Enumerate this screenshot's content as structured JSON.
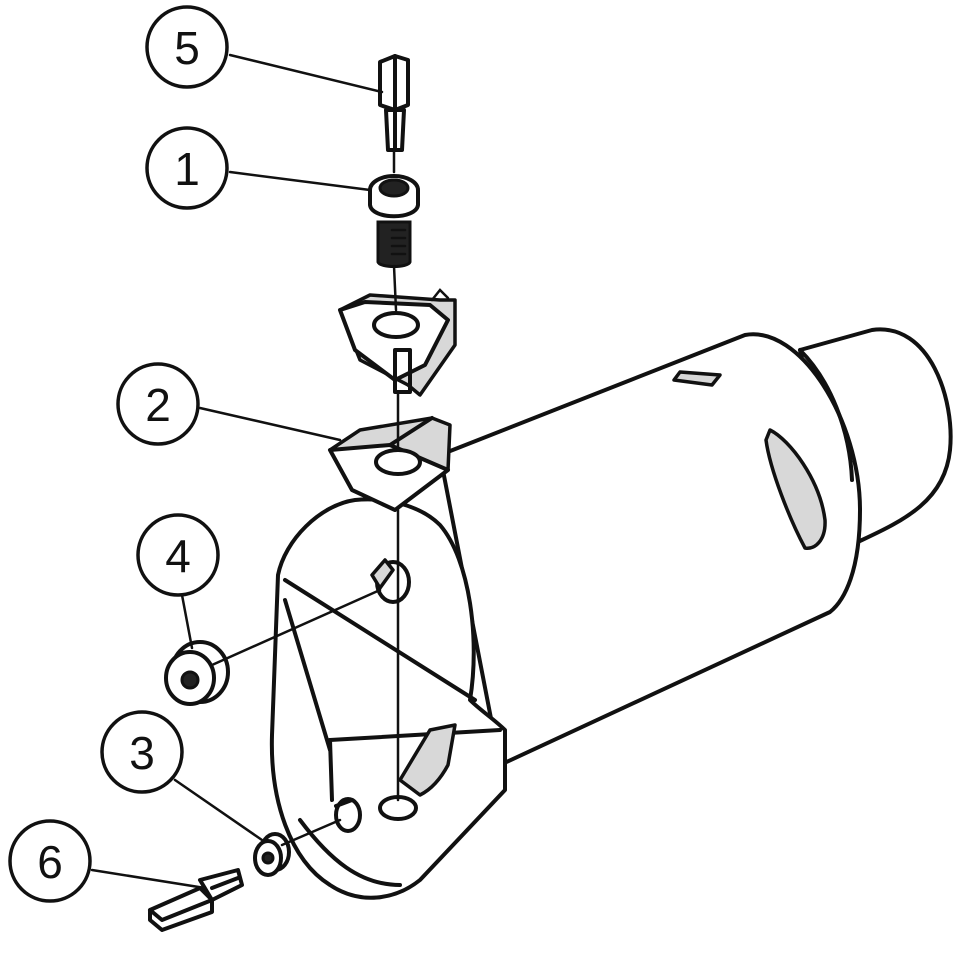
{
  "callouts": [
    {
      "id": "5",
      "label": "5",
      "part": "key"
    },
    {
      "id": "1",
      "label": "1",
      "part": "insert-screw"
    },
    {
      "id": "2",
      "label": "2",
      "part": "shim"
    },
    {
      "id": "4",
      "label": "4",
      "part": "shim-pin"
    },
    {
      "id": "3",
      "label": "3",
      "part": "set-screw"
    },
    {
      "id": "6",
      "label": "6",
      "part": "key"
    }
  ],
  "colors": {
    "line": "#111111",
    "background": "#ffffff",
    "shade": "#d8d8d8"
  }
}
